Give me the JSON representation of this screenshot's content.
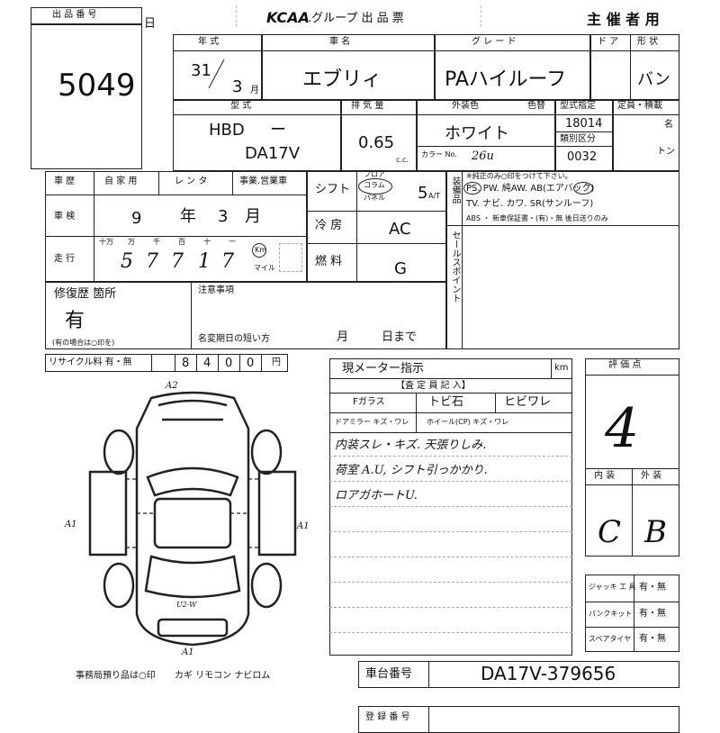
{
  "header": {
    "lot_label": "出 品 番 号",
    "lot_number": "5049",
    "logo": "KCAA",
    "title": ".グループ 出 品 票",
    "organizer": "主 催 者 用"
  },
  "row1": {
    "year_label": "年 式",
    "year_value": "31",
    "month_value": "3",
    "month_unit": "月",
    "name_label": "車 名",
    "name_value": "エブリィ",
    "grade_label": "グ レ ー ド",
    "grade_value": "PAハイルーフ",
    "door_label": "ド ア",
    "type_label": "形 状",
    "type_value": "バン"
  },
  "row2": {
    "model_label": "型 式",
    "model_prefix": "HBD",
    "model_dash": "ー",
    "model_value": "DA17V",
    "displacement_label": "排 気 量",
    "displacement_value": "0.65",
    "displacement_unit": "c.c.",
    "exterior_label": "外装色",
    "color_label": "色替",
    "color_value": "ホワイト",
    "color_no_label": "カラー No.",
    "color_no_value": "26u",
    "model_spec_label": "型式指定",
    "model_spec_value": "18014",
    "class_label": "類別区分",
    "class_value": "0032",
    "capacity_label": "定員・積載",
    "capacity_unit1": "名",
    "capacity_unit2": "トン"
  },
  "history": {
    "label": "車 歴",
    "opt1": "自 家 用",
    "opt2": "レ ン タ",
    "opt3": "事業.営業車"
  },
  "inspection": {
    "label": "車 検",
    "year": "9",
    "year_unit": "年",
    "month": "3",
    "month_unit": "月"
  },
  "mileage": {
    "label": "走 行",
    "digit_labels": [
      "十万",
      "万",
      "千",
      "百",
      "十",
      "一"
    ],
    "digits": [
      "5",
      "7",
      "7",
      "1",
      "7"
    ],
    "km_label": "Km",
    "mile_label": "マイル"
  },
  "shift": {
    "label": "シフト",
    "floor": "フロア",
    "column": "コラム",
    "panel": "パネル",
    "value": "5",
    "value_sub": "A/T"
  },
  "cooling": {
    "label": "冷 房",
    "value": "AC"
  },
  "fuel": {
    "label": "燃 料",
    "value": "G"
  },
  "equipment": {
    "label": "装備品",
    "note": "※純正のみ○印をつけて下さい。",
    "line1": "PS. PW. 純AW. AB(エアバック)",
    "line2": "TV. ナビ. カワ. SR(サンルーフ)",
    "line3": "ABS ・ 新車保証書・(有)・無 後日送りのみ"
  },
  "sales_point": {
    "label": "セールスポイント"
  },
  "repair": {
    "label": "修復歴 箇所",
    "value": "有",
    "note": "(有の場合は○印を)"
  },
  "caution": {
    "label": "注意事項",
    "name_change": "名変期日の短い方",
    "month_unit": "月",
    "day_unit": "日まで"
  },
  "recycle": {
    "label": "リサイクル料 有・無",
    "digits": [
      "8",
      "4",
      "0",
      "0"
    ],
    "unit": "円"
  },
  "meter": {
    "label": "現メーター指示",
    "unit": "km"
  },
  "inspector": {
    "label": "【査 定 員 記 入】",
    "f_glass": "Fガラス",
    "tobi": "トビ石",
    "hibi": "ヒビワレ",
    "door_mirror": "ドアミラー キズ・ワレ",
    "wheel": "ホイール(CP) キズ・ワレ",
    "notes": [
      "内装スレ・キズ. 天張りしみ.",
      "荷室 A.U, シフト引っかかり.",
      "ロアガホートU."
    ]
  },
  "grade_box": {
    "label": "評 価 点",
    "value": "4",
    "interior_label": "内 装",
    "exterior_label": "外 装",
    "interior_value": "C",
    "exterior_value": "B"
  },
  "extras": {
    "jack_label": "ジャッキ 工 具",
    "jack_value": "有・無",
    "puncture_label": "パンクキット",
    "puncture_value": "有・無",
    "spare_label": "スペアタイヤ",
    "spare_value": "有・無"
  },
  "diagram": {
    "a2": "A2",
    "a1_left": "A1",
    "a1_right": "A1",
    "a1_bottom": "A1",
    "u2w": "U2-W"
  },
  "office": {
    "note": "事務局預り品は○印",
    "items": "カギ リモコン ナビロム"
  },
  "chassis": {
    "label": "車台番号",
    "value": "DA17V-379656"
  },
  "bottom": {
    "label": "登 録 番 号"
  }
}
